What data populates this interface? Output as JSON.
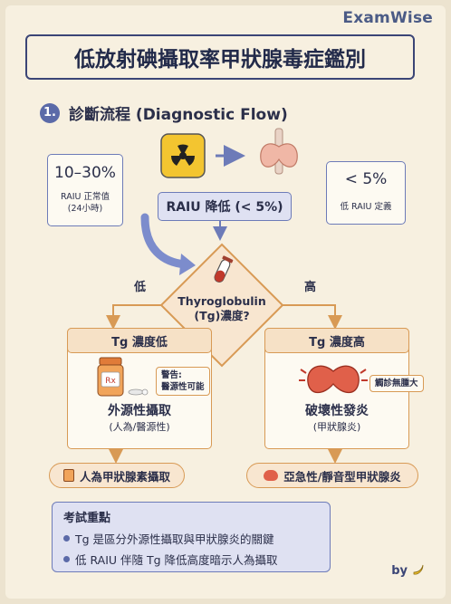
{
  "brand": "ExamWise",
  "title": "低放射碘攝取率甲狀腺毒症鑑別",
  "section": {
    "number": "1.",
    "label": "診斷流程 (Diagnostic Flow)"
  },
  "normal_card": {
    "value": "10–30%",
    "caption_line1": "RAIU 正常值",
    "caption_line2": "(24小時)"
  },
  "raiu_box": "RAIU 降低 (< 5%)",
  "low_def_card": {
    "value": "< 5%",
    "caption": "低 RAIU 定義"
  },
  "decision": {
    "line1": "Thyroglobulin",
    "line2": "(Tg)濃度?"
  },
  "branch_low_label": "低",
  "branch_high_label": "高",
  "left_branch": {
    "header": "Tg 濃度低",
    "warning_line1": "警告:",
    "warning_line2": "醫源性可能",
    "label_line1": "外源性攝取",
    "label_line2": "(人為/醫源性)",
    "result": "人為甲狀腺素攝取"
  },
  "right_branch": {
    "header": "Tg 濃度高",
    "tag": "觸診無腫大",
    "label_line1": "破壞性發炎",
    "label_line2": "(甲狀腺炎)",
    "result": "亞急性/靜音型甲狀腺炎"
  },
  "summary": {
    "title": "考試重點",
    "items": [
      "Tg 是區分外源性攝取與甲狀腺炎的關鍵",
      "低 RAIU 伴隨 Tg 降低高度暗示人為攝取"
    ]
  },
  "footer": "by",
  "colors": {
    "blue": "#5b6aa8",
    "orange": "#d89a55",
    "paper": "#f7f0e0"
  }
}
